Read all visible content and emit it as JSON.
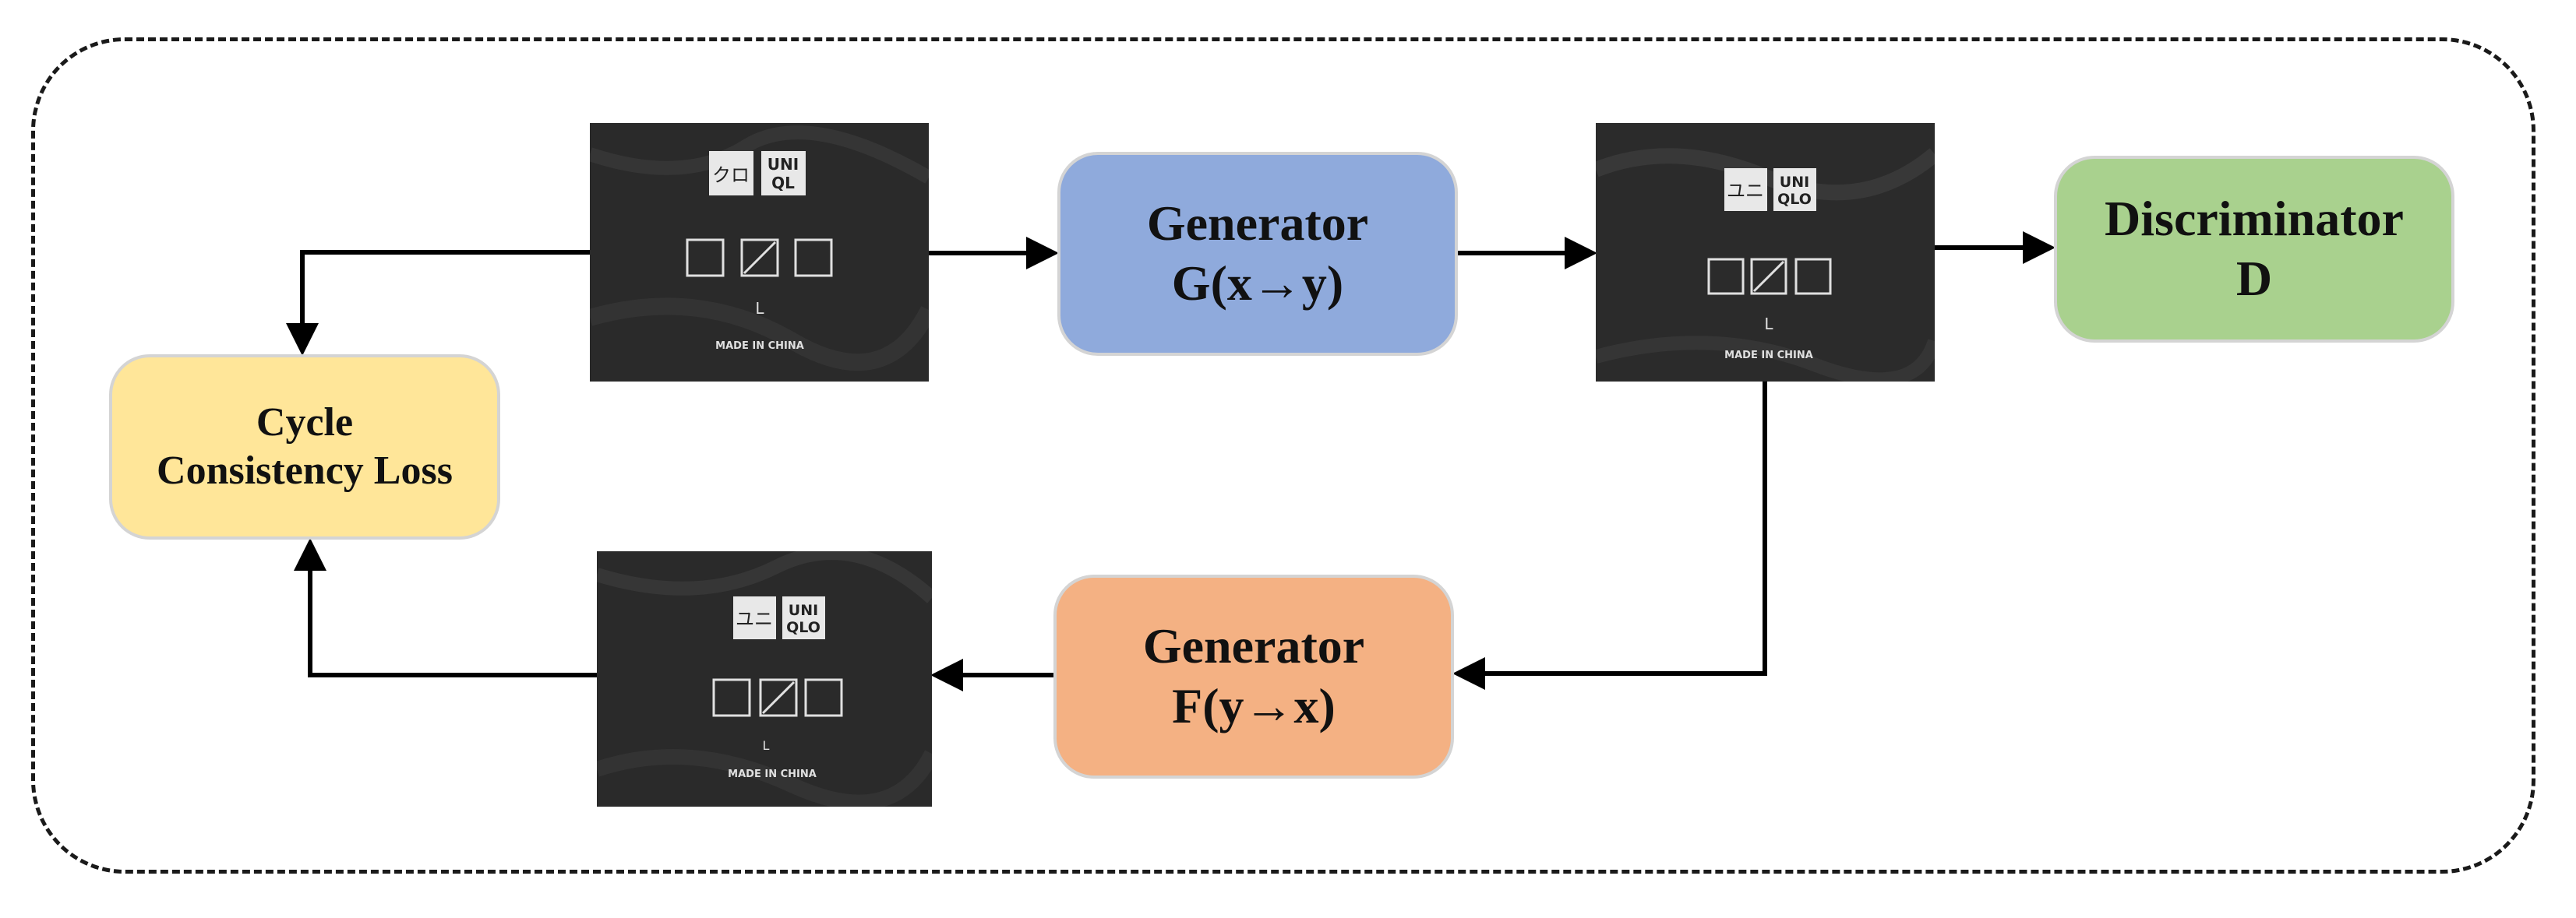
{
  "diagram": {
    "generator_g": {
      "line1": "Generator",
      "line2": "G(x→y)",
      "color": "#8faadc"
    },
    "generator_f": {
      "line1": "Generator",
      "line2": "F(y→x)",
      "color": "#f4b183"
    },
    "discriminator": {
      "line1": "Discriminator",
      "line2": "D",
      "color": "#a9d18e"
    },
    "cycle_loss": {
      "line1": "Cycle",
      "line2": "Consistency Loss",
      "color": "#ffe699"
    },
    "images": [
      {
        "role": "input-x",
        "logo_left": "クロ",
        "logo_right_top": "UNI",
        "logo_right_bottom": "QL",
        "size": "L",
        "made_in": "MADE IN CHINA"
      },
      {
        "role": "generated-y",
        "logo_left": "ユニ",
        "logo_right_top": "UNI",
        "logo_right_bottom": "QLO",
        "size": "L",
        "made_in": "MADE IN CHINA"
      },
      {
        "role": "reconstructed-x",
        "logo_left": "ユニ",
        "logo_right_top": "UNI",
        "logo_right_bottom": "QLO",
        "size": "L",
        "made_in": "MADE IN CHINA"
      }
    ],
    "arrows": [
      {
        "from": "input-x",
        "to": "generator-g"
      },
      {
        "from": "generator-g",
        "to": "generated-y"
      },
      {
        "from": "generated-y",
        "to": "discriminator"
      },
      {
        "from": "generated-y",
        "to": "generator-f"
      },
      {
        "from": "generator-f",
        "to": "reconstructed-x"
      },
      {
        "from": "reconstructed-x",
        "to": "cycle-loss"
      },
      {
        "from": "input-x",
        "to": "cycle-loss"
      }
    ]
  }
}
